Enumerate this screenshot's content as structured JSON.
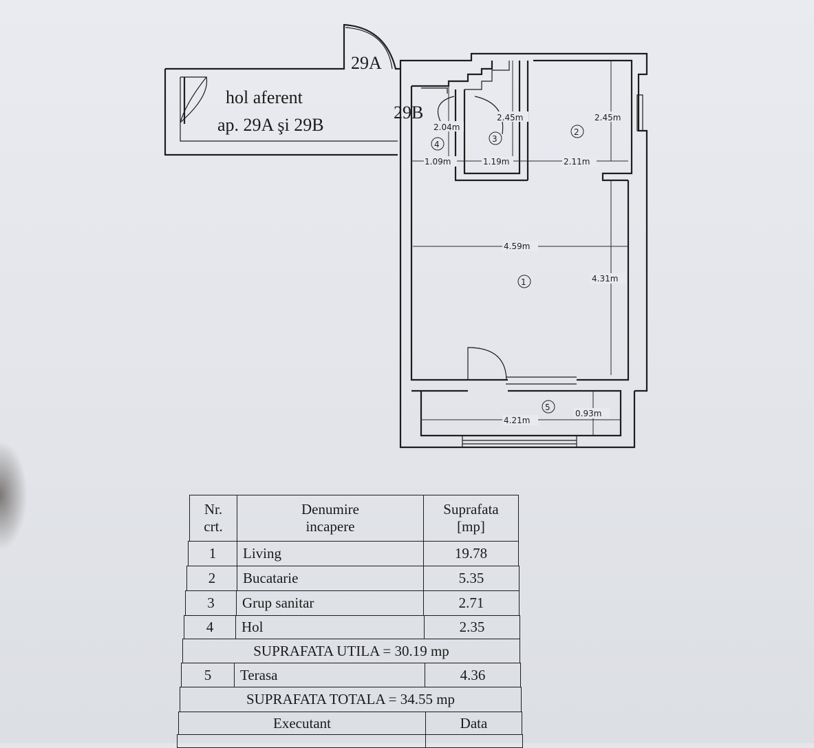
{
  "plan": {
    "hall_label_line1": "hol aferent",
    "hall_label_line2": "ap. 29A şi 29B",
    "door_29a": "29A",
    "door_29b": "29B",
    "room_numbers": [
      "1",
      "2",
      "3",
      "4",
      "5"
    ],
    "dimensions": {
      "room4_height": "2.04m",
      "room4_width": "1.09m",
      "room3_height": "2.45m",
      "room3_width": "1.19m",
      "room2_height": "2.45m",
      "room2_width": "2.11m",
      "room1_width": "4.59m",
      "room1_height": "4.31m",
      "room5_width": "4.21m",
      "room5_depth": "0.93m"
    }
  },
  "table": {
    "headers": {
      "nr_line1": "Nr.",
      "nr_line2": "crt.",
      "name_line1": "Denumire",
      "name_line2": "incapere",
      "area_line1": "Suprafata",
      "area_line2": "[mp]"
    },
    "rows": [
      {
        "nr": "1",
        "name": "Living",
        "area": "19.78"
      },
      {
        "nr": "2",
        "name": "Bucatarie",
        "area": "5.35"
      },
      {
        "nr": "3",
        "name": "Grup sanitar",
        "area": "2.71"
      },
      {
        "nr": "4",
        "name": "Hol",
        "area": "2.35"
      }
    ],
    "useful_total": "SUPRAFATA  UTILA = 30.19 mp",
    "terrace_row": {
      "nr": "5",
      "name": "Terasa",
      "area": "4.36"
    },
    "grand_total": "SUPRAFATA  TOTALA = 34.55 mp",
    "footer_executant": "Executant",
    "footer_date": "Data"
  }
}
